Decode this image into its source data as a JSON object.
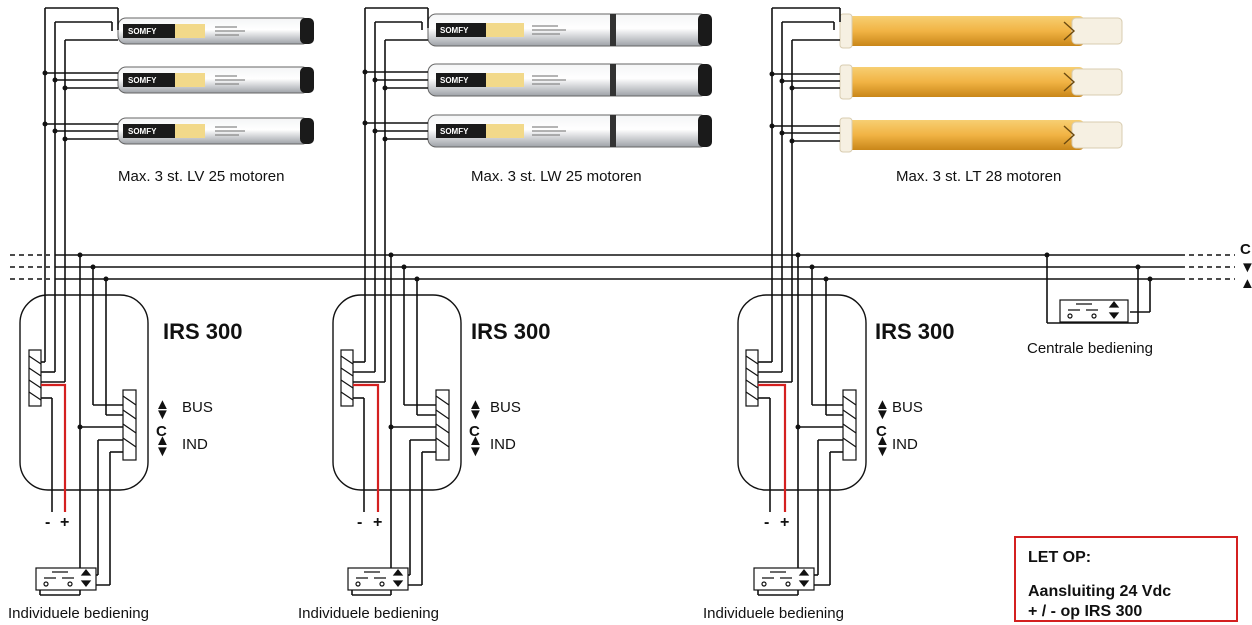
{
  "groups": [
    {
      "module_title": "IRS 300",
      "motor_caption": "Max. 3 st. LV 25 motoren",
      "motor_brand": "SOMFY",
      "bus_label": "BUS",
      "ind_label": "IND",
      "c_label": "C",
      "minus_label": "-",
      "plus_label": "+",
      "switch_caption": "Individuele bediening"
    },
    {
      "module_title": "IRS 300",
      "motor_caption": "Max. 3 st. LW 25 motoren",
      "motor_brand": "SOMFY",
      "bus_label": "BUS",
      "ind_label": "IND",
      "c_label": "C",
      "minus_label": "-",
      "plus_label": "+",
      "switch_caption": "Individuele bediening"
    },
    {
      "module_title": "IRS 300",
      "motor_caption": "Max. 3 st. LT 28 motoren",
      "motor_brand": "",
      "bus_label": "BUS",
      "ind_label": "IND",
      "c_label": "C",
      "minus_label": "-",
      "plus_label": "+",
      "switch_caption": "Individuele bediening"
    }
  ],
  "central": {
    "caption": "Centrale bediening"
  },
  "bus_line_labels": [
    "C",
    "▼",
    "▲"
  ],
  "note": {
    "title": "LET OP:",
    "line1": "Aansluiting 24 Vdc",
    "line2": "+ / - op IRS 300"
  },
  "colors": {
    "wire": "#111111",
    "power_positive": "#d42020",
    "note_border": "#d42020",
    "motor_silver": "#cfd1d4",
    "motor_dark": "#1a1a1a",
    "motor_gold": "#e9a82e"
  }
}
